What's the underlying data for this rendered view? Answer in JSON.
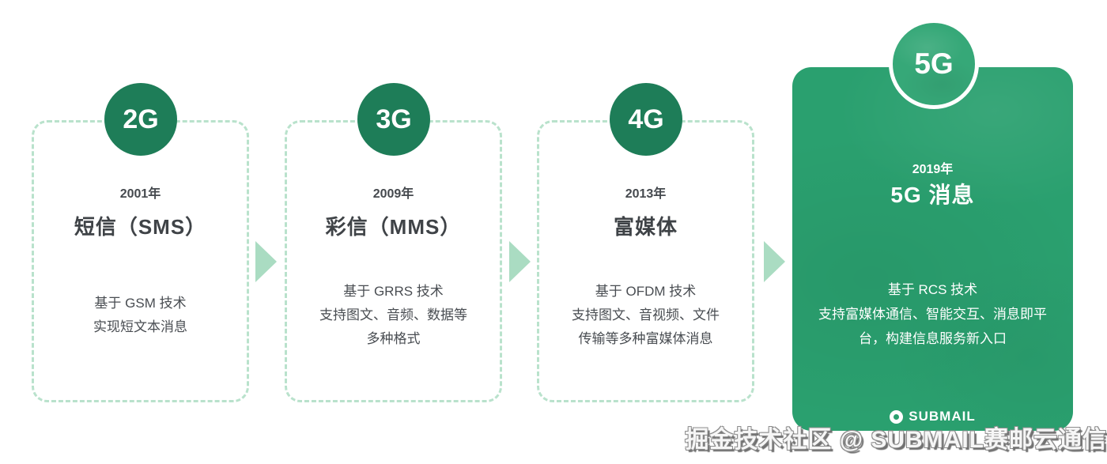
{
  "watermark": "掘金技术社区 @ SUBMAIL赛邮云通信",
  "colors": {
    "badge_dark_green": "#1e7d58",
    "badge_5g_green": "#36a878",
    "card_5g_green": "#2aa06f",
    "dashed_border_green": "#b9e2cc",
    "arrow_green": "#aadcc2",
    "text_dark": "#45494e",
    "text_white": "#ffffff"
  },
  "stages": [
    {
      "badge": "2G",
      "year": "2001年",
      "title": "短信（SMS）",
      "lines": [
        "基于 GSM 技术",
        "实现短文本消息"
      ]
    },
    {
      "badge": "3G",
      "year": "2009年",
      "title": "彩信（MMS）",
      "lines": [
        "基于 GRRS 技术",
        "支持图文、音频、数据等",
        "多种格式"
      ]
    },
    {
      "badge": "4G",
      "year": "2013年",
      "title": "富媒体",
      "lines": [
        "基于 OFDM 技术",
        "支持图文、音视频、文件",
        "传输等多种富媒体消息"
      ]
    },
    {
      "badge": "5G",
      "year": "2019年",
      "title": "5G 消息",
      "lines": [
        "基于 RCS 技术",
        "支持富媒体通信、智能交互、消息即平",
        "台，构建信息服务新入口"
      ],
      "logo": "SUBMAIL"
    }
  ]
}
